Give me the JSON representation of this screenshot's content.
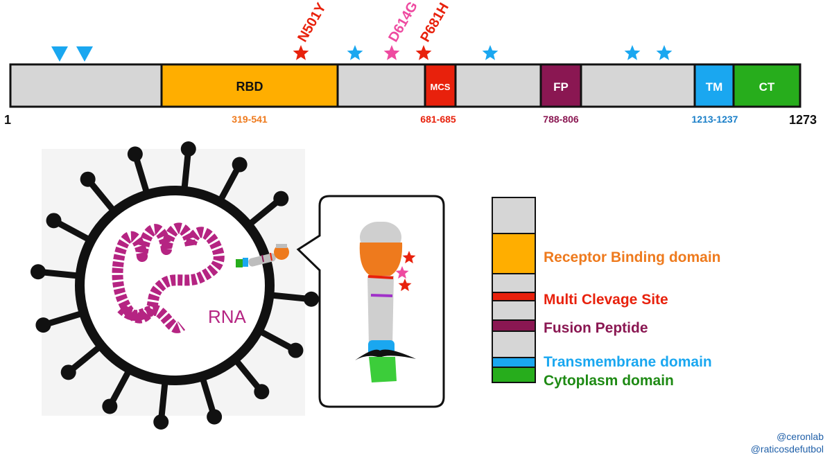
{
  "bar": {
    "start": "1",
    "end": "1273",
    "domains": {
      "rbd": {
        "label": "RBD",
        "range": "319-541",
        "color": "#ffae00"
      },
      "mcs": {
        "label": "MCS",
        "range": "681-685",
        "color": "#e8210c"
      },
      "fp": {
        "label": "FP",
        "range": "788-806",
        "color": "#8a1752"
      },
      "tm": {
        "label": "TM",
        "range": "1213-1237",
        "color": "#1aa7f0"
      },
      "ct": {
        "label": "CT",
        "color": "#27ad1c"
      }
    },
    "segment_color": "#d6d6d6"
  },
  "mutations": {
    "n501y": {
      "label": "N501Y",
      "color": "#e8210c"
    },
    "d614g": {
      "label": "D614G",
      "color": "#ee4aa0"
    },
    "p681h": {
      "label": "P681H",
      "color": "#e8210c"
    }
  },
  "marker_color": "#1aa7f0",
  "virus": {
    "rna_label": "RNA",
    "rna_color": "#b52482"
  },
  "legend": {
    "receptor": {
      "label": "Receptor Binding domain",
      "color": "#ee7a1d"
    },
    "mcs": {
      "label": "Multi Clevage Site",
      "color": "#e8210c"
    },
    "fusion": {
      "label": "Fusion Peptide",
      "color": "#8a1752"
    },
    "tm": {
      "label": "Transmembrane domain",
      "color": "#1aa7f0"
    },
    "cyto": {
      "label": "Cytoplasm domain",
      "color": "#1e8a14"
    }
  },
  "credits": {
    "line1": "@ceronlab",
    "line2": "@raticosdefutbol"
  }
}
